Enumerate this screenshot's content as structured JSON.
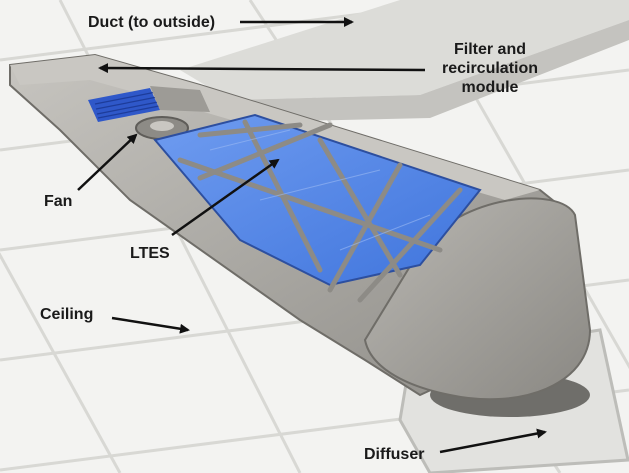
{
  "callouts": {
    "duct": "Duct (to outside)",
    "filter_lines": [
      "Filter and",
      "recirculation",
      "module"
    ],
    "fan": "Fan",
    "ltes": "LTES",
    "ceiling": "Ceiling",
    "diffuser": "Diffuser"
  },
  "colors": {
    "housing": "#a9a7a2",
    "housing_dark": "#7f7d78",
    "ltes_panel": "#4f86e6",
    "ltes_panel_light": "#8fb2f2",
    "filter": "#2e56c8",
    "ceiling_tile": "#f4f4f2",
    "ceiling_grid": "#dcdcd8",
    "arrow": "#111111"
  }
}
